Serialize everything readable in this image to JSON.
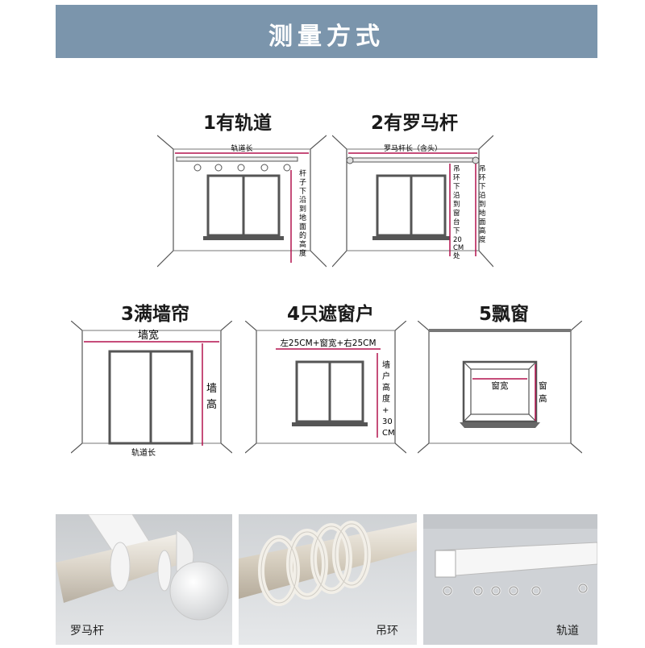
{
  "header": {
    "title": "测量方式"
  },
  "methods": [
    {
      "title": "1有轨道",
      "label_width": "轨道长",
      "label_height": [
        "杆",
        "子",
        "下",
        "沿",
        "到",
        "地",
        "面",
        "的",
        "高",
        "度"
      ]
    },
    {
      "title": "2有罗马杆",
      "label_width": "罗马杆长（含头）",
      "label_height_a": [
        "吊",
        "环",
        "下",
        "沿",
        "到",
        "窗",
        "台",
        "下",
        "20",
        "CM",
        "处"
      ],
      "label_height_b": [
        "吊",
        "环",
        "下",
        "沿",
        "到",
        "地",
        "面",
        "高",
        "度"
      ]
    },
    {
      "title": "3满墙帘",
      "label_width": "墙宽",
      "label_height": [
        "墙",
        "高"
      ],
      "label_bottom": "轨道长"
    },
    {
      "title": "4只遮窗户",
      "label_width": "左25CM+窗宽+右25CM",
      "label_height": [
        "墙",
        "户",
        "高",
        "度",
        "+",
        "30",
        "CM"
      ]
    },
    {
      "title": "5飘窗",
      "label_width": "窗宽",
      "label_height": [
        "窗",
        "高"
      ]
    }
  ],
  "photos": [
    {
      "label": "罗马杆"
    },
    {
      "label": "吊环"
    },
    {
      "label": "轨道"
    }
  ],
  "colors": {
    "header": "#7b95ac",
    "measure": "#b3124e",
    "line": "#555555"
  }
}
